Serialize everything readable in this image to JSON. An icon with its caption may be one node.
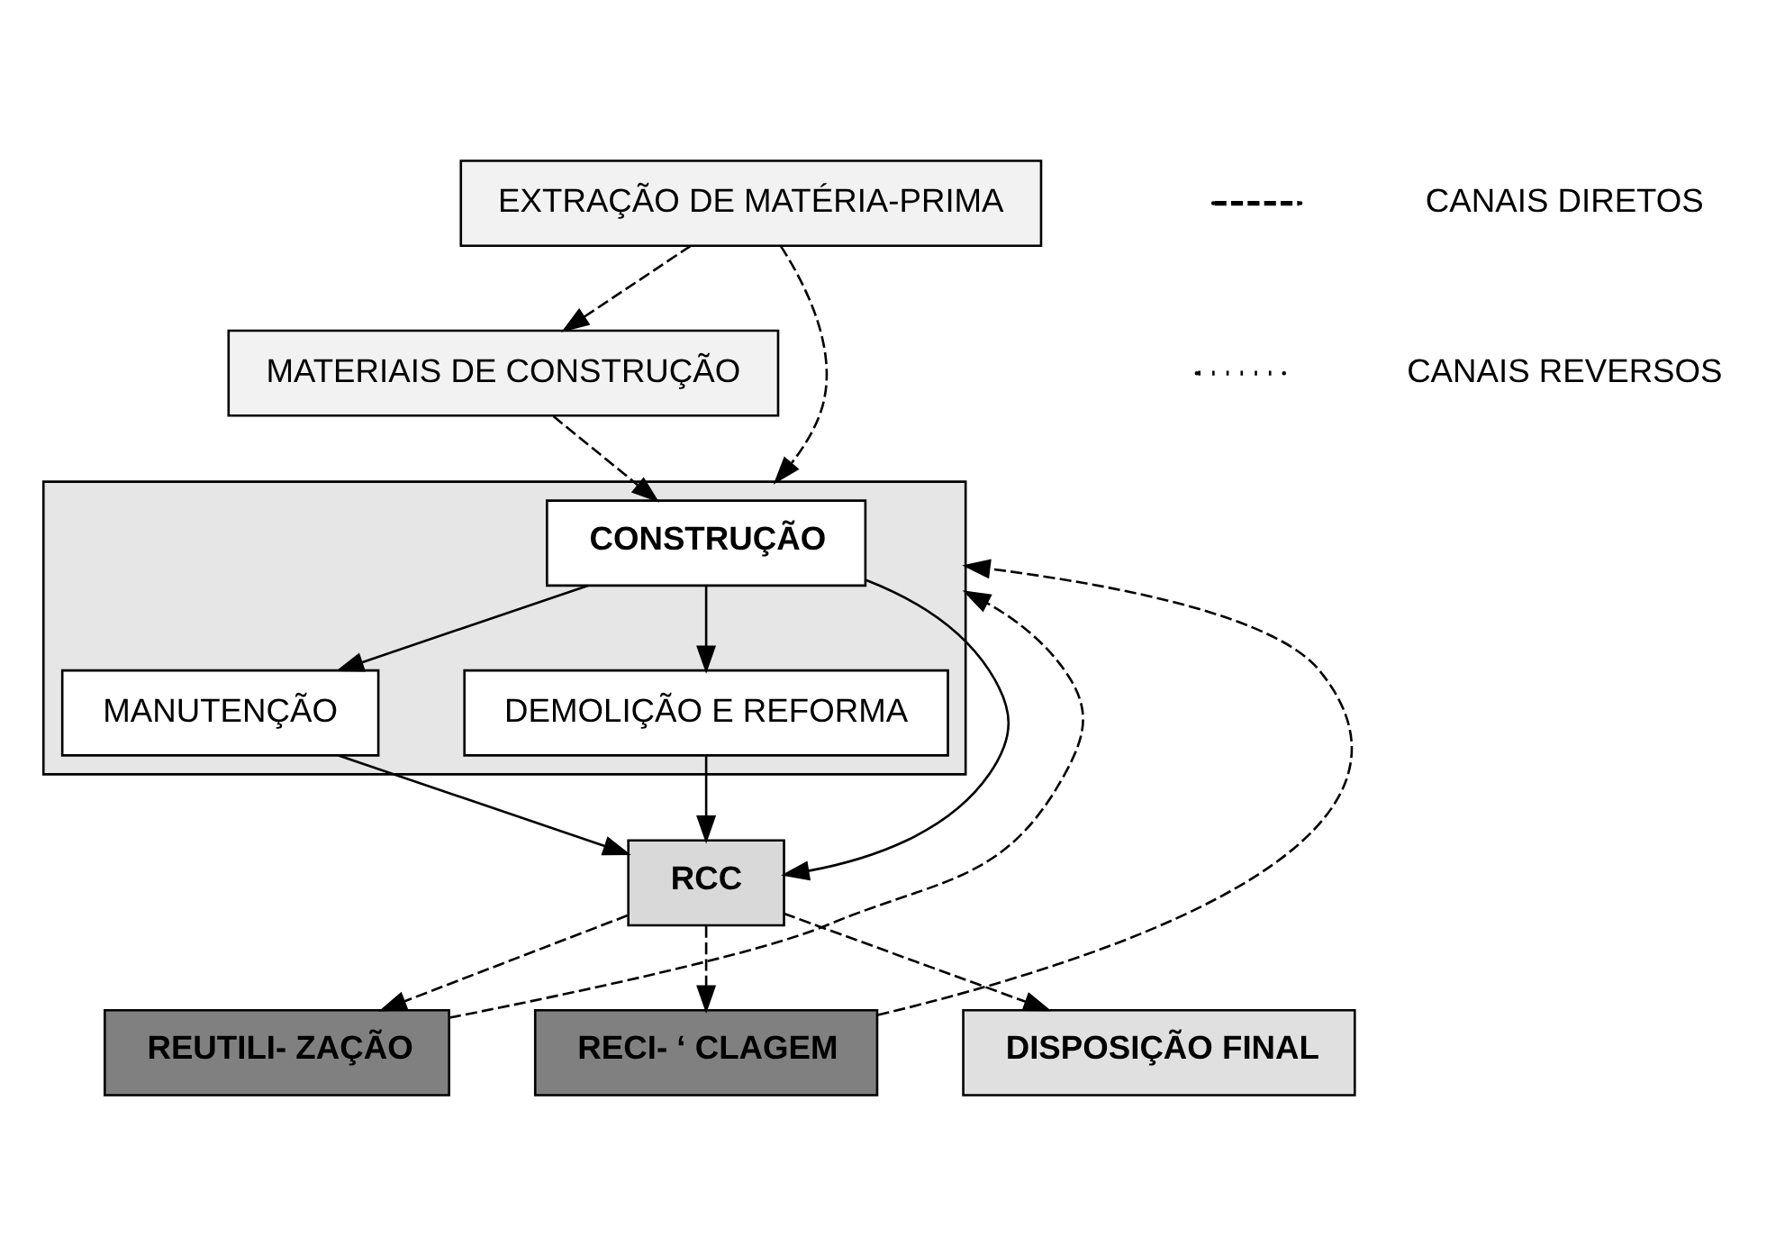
{
  "diagram": {
    "nodes": [
      {
        "text": [
          "EXTRAÇÃO DE MATÉRIA-PRIMA"
        ]
      },
      {
        "text": [
          "MATERIAIS DE CONSTRUÇÃO"
        ]
      },
      {
        "text": [],
        "shape": "box"
      },
      {
        "text": [
          "CONSTRUÇÃO"
        ],
        "in": 2
      },
      {
        "text": [
          "MANUTENÇÃO"
        ],
        "in": 2
      },
      {
        "text": [
          "DEMOLIÇÃO E REFORMA"
        ],
        "in": 2
      },
      {
        "text": [
          "RCC"
        ]
      },
      {
        "text": [
          "REUTILI- ZAÇÃO"
        ]
      },
      {
        "text": [
          "RECI- ‘ CLAGEM"
        ]
      },
      {
        "text": [
          "DISPOSIÇÃO FINAL"
        ]
      }
    ],
    "edges": [
      {
        "from": 0,
        "to": 1,
        "arrow": "to",
        "style": "dashed"
      },
      {
        "from": 1,
        "to": 3,
        "arrow": "to",
        "style": "dashed"
      },
      {
        "from": 0,
        "to": 2,
        "arrow": "to",
        "style": "dashed"
      },
      {
        "from": 3,
        "to": 4,
        "arrow": "to"
      },
      {
        "from": 3,
        "to": 5,
        "arrow": "to"
      },
      {
        "from": 3,
        "to": 6,
        "arrow": "to"
      },
      {
        "from": 4,
        "to": 6,
        "arrow": "to"
      },
      {
        "from": 5,
        "to": 6,
        "arrow": "to"
      },
      {
        "from": 6,
        "to": 7,
        "arrow": "to",
        "style": "dashed"
      },
      {
        "from": 6,
        "to": 8,
        "arrow": "to",
        "style": "dashed"
      },
      {
        "from": 6,
        "to": 9,
        "arrow": "to",
        "style": "dashed"
      },
      {
        "from": 7,
        "to": 2,
        "arrow": "to",
        "style": "dashed"
      },
      {
        "from": 8,
        "to": 2,
        "arrow": "to",
        "style": "dashed"
      }
    ],
    "legend": [
      {
        "text": "CANAIS DIRETOS"
      },
      {
        "text": "CANAIS REVERSOS"
      }
    ]
  }
}
